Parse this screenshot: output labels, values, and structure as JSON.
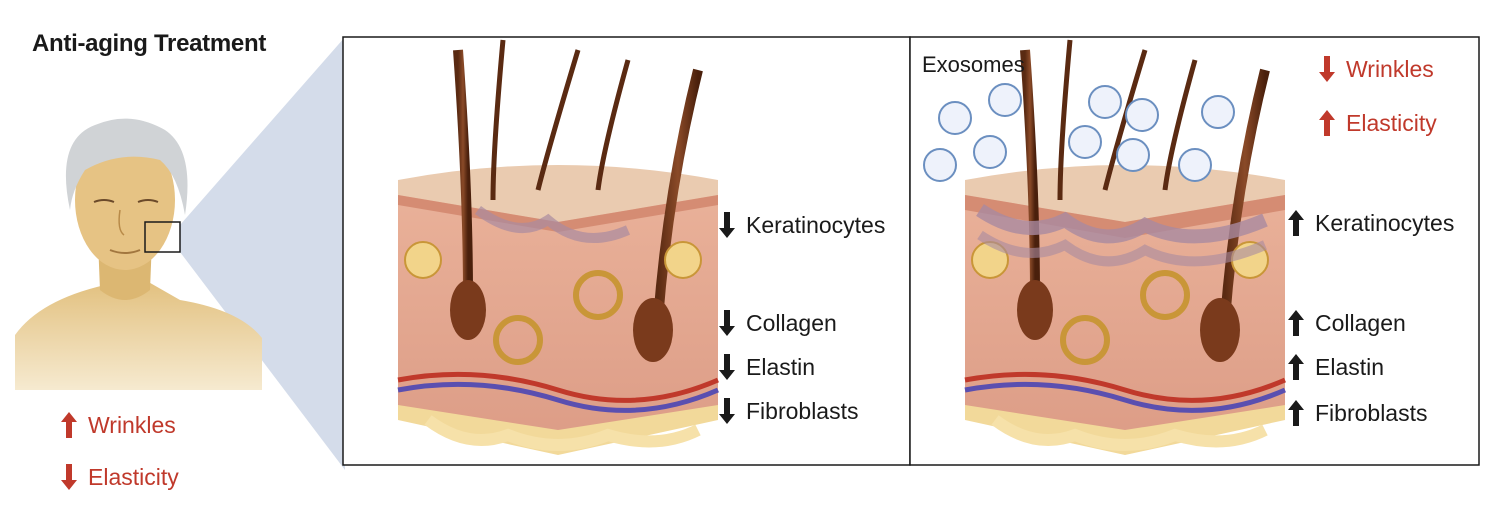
{
  "figure": {
    "title": "Anti-aging Treatment",
    "exosomes_label": "Exosomes"
  },
  "aged_face": {
    "effects": [
      {
        "label": "Wrinkles",
        "direction": "up"
      },
      {
        "label": "Elasticity",
        "direction": "down"
      }
    ]
  },
  "untreated_panel": {
    "markers": [
      {
        "label": "Keratinocytes",
        "direction": "down"
      },
      {
        "label": "Collagen",
        "direction": "down"
      },
      {
        "label": "Elastin",
        "direction": "down"
      },
      {
        "label": "Fibroblasts",
        "direction": "down"
      }
    ]
  },
  "treated_panel": {
    "effects": [
      {
        "label": "Wrinkles",
        "direction": "down"
      },
      {
        "label": "Elasticity",
        "direction": "up"
      }
    ],
    "markers": [
      {
        "label": "Keratinocytes",
        "direction": "up"
      },
      {
        "label": "Collagen",
        "direction": "up"
      },
      {
        "label": "Elastin",
        "direction": "up"
      },
      {
        "label": "Fibroblasts",
        "direction": "up"
      }
    ]
  },
  "colors": {
    "effect_text": "#c0392b",
    "marker_text": "#1a1a1a",
    "skin": "#e9c98b",
    "zoom_wedge": "#d4dcea"
  }
}
